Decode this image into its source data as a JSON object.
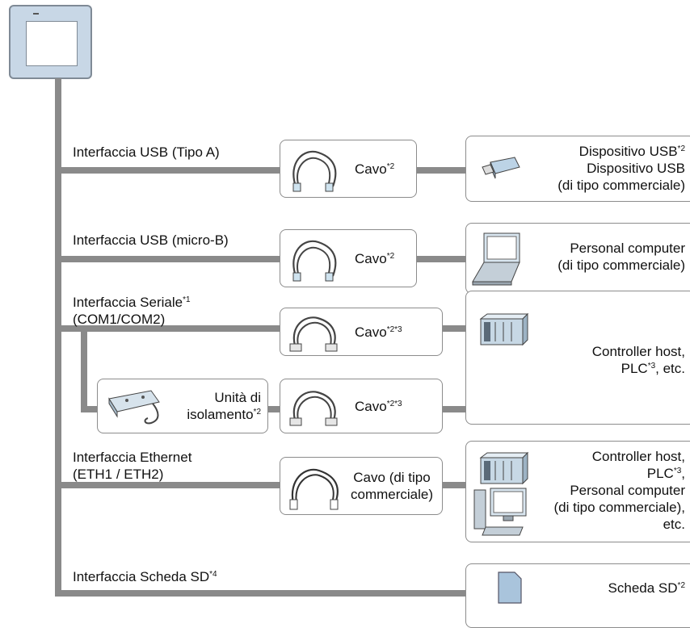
{
  "interfaces": {
    "usb_a": {
      "label": "Interfaccia USB (Tipo A)"
    },
    "usb_micro": {
      "label": "Interfaccia USB (micro-B)"
    },
    "serial": {
      "label": "Interfaccia Seriale",
      "sup": "*1",
      "label2": "(COM1/COM2)"
    },
    "ethernet": {
      "label": "Interfaccia Ethernet",
      "label2": "(ETH1 / ETH2)"
    },
    "sd": {
      "label": "Interfaccia Scheda SD",
      "sup": "*4"
    }
  },
  "cables": {
    "usb_a": {
      "label": "Cavo",
      "sup": "*2"
    },
    "usb_micro": {
      "label": "Cavo",
      "sup": "*2"
    },
    "serial_1": {
      "label": "Cavo",
      "sup": "*2*3"
    },
    "serial_2": {
      "label": "Cavo",
      "sup": "*2*3"
    },
    "ethernet": {
      "line1": "Cavo (di tipo",
      "line2": "commerciale)"
    }
  },
  "isolation_unit": {
    "line1": "Unità di",
    "line2": "isolamento",
    "sup": "*2"
  },
  "devices": {
    "usb_device": {
      "line1": "Dispositivo USB",
      "sup1": "*2",
      "line2": "Dispositivo USB",
      "line3": "(di tipo commerciale)"
    },
    "pc": {
      "line1": "Personal computer",
      "line2": "(di tipo commerciale)"
    },
    "serial_host": {
      "line1": "Controller host,",
      "line2a": "PLC",
      "sup": "*3",
      "line2b": ", etc."
    },
    "eth_host": {
      "line1": "Controller host,",
      "line2a": "PLC",
      "sup": "*3",
      "line2b": ",",
      "line3": "Personal computer",
      "line4": "(di tipo commerciale),",
      "line5": "etc."
    },
    "sd_card": {
      "line1": "Scheda SD",
      "sup": "*2"
    }
  },
  "colors": {
    "bus": "#8a8a8a",
    "panel_frame": "#c8d7e6",
    "panel_border": "#7f8a96",
    "box_border": "#8c8c8c"
  }
}
